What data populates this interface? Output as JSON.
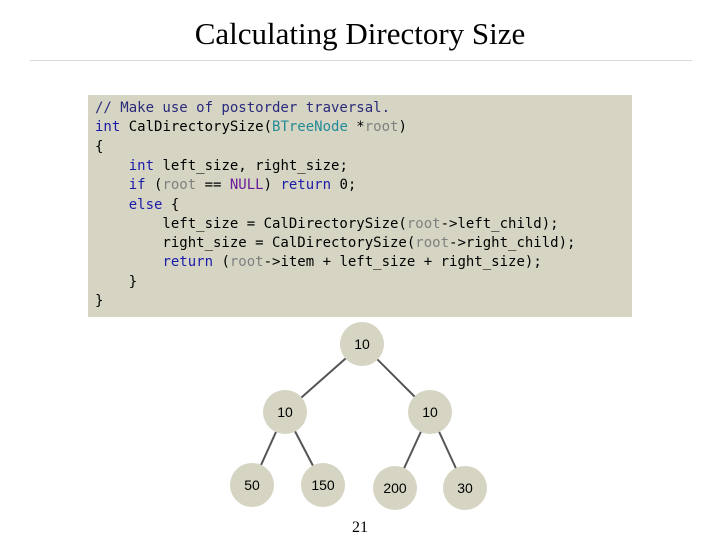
{
  "title": "Calculating Directory Size",
  "code": {
    "lines": [
      [
        {
          "t": "// Make use of postorder traversal.",
          "c": "cm"
        }
      ],
      [
        {
          "t": "int",
          "c": "kw"
        },
        {
          "t": " CalDirectorySize("
        },
        {
          "t": "BTreeNode",
          "c": "ty"
        },
        {
          "t": " *"
        },
        {
          "t": "root",
          "c": "pm"
        },
        {
          "t": ")"
        }
      ],
      [
        {
          "t": "{"
        }
      ],
      [
        {
          "t": "    "
        },
        {
          "t": "int",
          "c": "kw"
        },
        {
          "t": " left_size, right_size;"
        }
      ],
      [
        {
          "t": "    "
        },
        {
          "t": "if",
          "c": "kw"
        },
        {
          "t": " ("
        },
        {
          "t": "root",
          "c": "pm"
        },
        {
          "t": " == "
        },
        {
          "t": "NULL",
          "c": "mc"
        },
        {
          "t": ") "
        },
        {
          "t": "return",
          "c": "kw"
        },
        {
          "t": " 0;"
        }
      ],
      [
        {
          "t": "    "
        },
        {
          "t": "else",
          "c": "kw"
        },
        {
          "t": " {"
        }
      ],
      [
        {
          "t": "        left_size = CalDirectorySize("
        },
        {
          "t": "root",
          "c": "pm"
        },
        {
          "t": "->left_child);"
        }
      ],
      [
        {
          "t": "        right_size = CalDirectorySize("
        },
        {
          "t": "root",
          "c": "pm"
        },
        {
          "t": "->right_child);"
        }
      ],
      [
        {
          "t": "        "
        },
        {
          "t": "return",
          "c": "kw"
        },
        {
          "t": " ("
        },
        {
          "t": "root",
          "c": "pm"
        },
        {
          "t": "->item + left_size + right_size);"
        }
      ],
      [
        {
          "t": "    }"
        }
      ],
      [
        {
          "t": "}"
        }
      ]
    ]
  },
  "tree": {
    "nodes": [
      {
        "id": "root",
        "label": "10"
      },
      {
        "id": "left",
        "label": "10"
      },
      {
        "id": "right",
        "label": "10"
      },
      {
        "id": "left-left",
        "label": "50"
      },
      {
        "id": "left-right",
        "label": "150"
      },
      {
        "id": "right-left",
        "label": "200"
      },
      {
        "id": "right-right",
        "label": "30"
      }
    ],
    "edges": [
      [
        "root",
        "left"
      ],
      [
        "root",
        "right"
      ],
      [
        "left",
        "left-left"
      ],
      [
        "left",
        "left-right"
      ],
      [
        "right",
        "right-left"
      ],
      [
        "right",
        "right-right"
      ]
    ],
    "colors": {
      "node_fill": "#d6d5c4",
      "edge": "#555555"
    }
  },
  "page_number": "21"
}
